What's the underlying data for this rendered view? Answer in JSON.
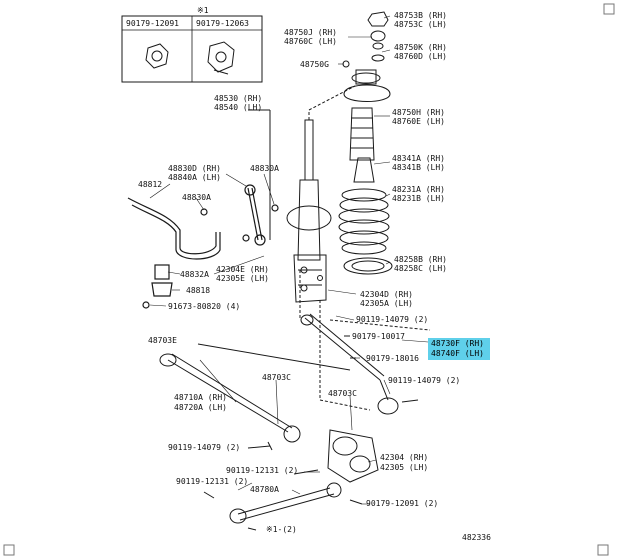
{
  "inset": {
    "note": "※1",
    "left_part": "90179-12091",
    "right_part": "90179-12063"
  },
  "labels": {
    "p48753": [
      "48753B (RH)",
      "48753C (LH)"
    ],
    "p48750J": [
      "48750J (RH)",
      "48760C (LH)"
    ],
    "p48750K": [
      "48750K (RH)",
      "48760D (LH)"
    ],
    "p48750G": "48750G",
    "p48530": [
      "48530 (RH)",
      "48540 (LH)"
    ],
    "p48750H": [
      "48750H (RH)",
      "48760E (LH)"
    ],
    "p48341": [
      "48341A (RH)",
      "48341B (LH)"
    ],
    "p48231": [
      "48231A (RH)",
      "48231B (LH)"
    ],
    "p48830D": [
      "48830D (RH)",
      "48840A (LH)"
    ],
    "p48830A_top": "48830A",
    "p48812": "48812",
    "p48830A": "48830A",
    "p48258": [
      "48258B (RH)",
      "48258C (LH)"
    ],
    "p48832A": "48832A",
    "p48818": "48818",
    "p42304E": [
      "42304E (RH)",
      "42305E (LH)"
    ],
    "p42304D": [
      "42304D (RH)",
      "42305A (LH)"
    ],
    "p91673": "91673-80820 (4)",
    "p90119_a": "90119-14079 (2)",
    "p90179_10017": "90179-10017",
    "p48730F": [
      "48730F (RH)",
      "48740F (LH)"
    ],
    "p90179_18016": "90179-18016",
    "p48703E": "48703E",
    "p48703C_a": "48703C",
    "p90119_b": "90119-14079 (2)",
    "p48710A": [
      "48710A (RH)",
      "48720A (LH)"
    ],
    "p48703C_b": "48703C",
    "p90119_c": "90119-14079 (2)",
    "p42304": [
      "42304 (RH)",
      "42305 (LH)"
    ],
    "p90119_12131_a": "90119-12131 (2)",
    "p90119_12131_b": "90119-12131 (2)",
    "p48780A": "48780A",
    "p90179_12091": "90179-12091 (2)",
    "p_note1": "※1-(2)",
    "figure_id": "482336"
  },
  "colors": {
    "line": "#1a1a1a",
    "highlight": "#5fd0ea"
  }
}
